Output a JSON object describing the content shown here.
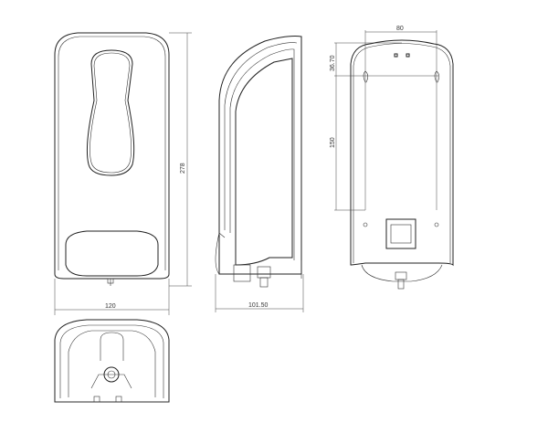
{
  "dimensions": {
    "front_width": "120",
    "front_height": "278",
    "side_depth": "101.50",
    "back_hole_spacing": "80",
    "back_top_offset": "36.70",
    "back_hole_vertical": "150"
  },
  "colors": {
    "line": "#222222",
    "background": "#ffffff"
  }
}
